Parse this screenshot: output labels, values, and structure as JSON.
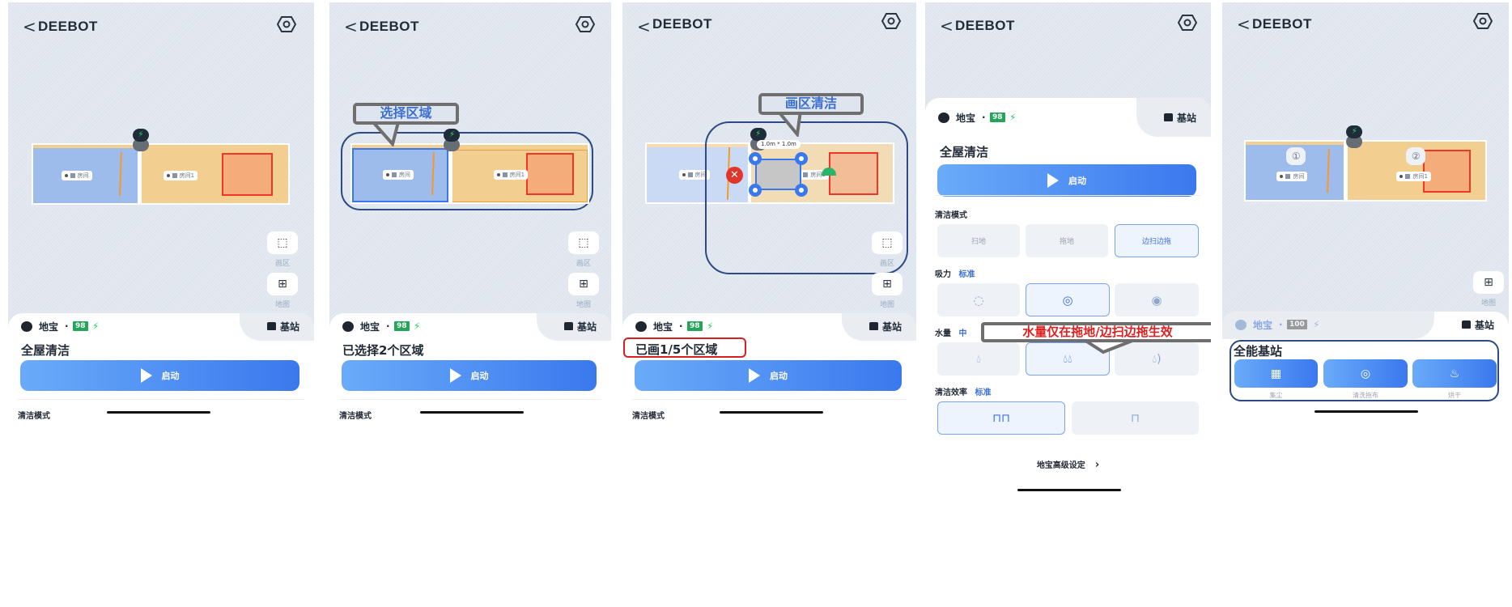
{
  "app": {
    "title": "DEEBOT",
    "back_icon": "chevron-left-icon",
    "settings_icon": "hexagon-settings-icon"
  },
  "map": {
    "rooms": [
      "房间",
      "房间1"
    ],
    "area_size": "1.0m * 1.0m",
    "room_markers": [
      "①",
      "②"
    ]
  },
  "side_buttons": {
    "draw_area": "画区",
    "map": "地图"
  },
  "robot": {
    "name": "地宝",
    "separator": "·",
    "battery": "98",
    "battery_full": "100",
    "charging": "⚡"
  },
  "station_tab": "基站",
  "start_label": "启动",
  "panels": [
    {
      "title": "全屋清洁"
    },
    {
      "title": "已选择2个区域",
      "callout": "选择区域"
    },
    {
      "title": "已画1/5个区域",
      "callout": "画区清洁"
    },
    {
      "title": "全屋清洁",
      "callout": "水量仅在拖地/边扫边拖生效"
    },
    {
      "title": "全能基站"
    }
  ],
  "settings": {
    "clean_mode_label": "清洁模式",
    "modes": [
      "扫地",
      "拖地",
      "边扫边拖"
    ],
    "selected_mode": "边扫边拖",
    "suction_label": "吸力",
    "suction_value": "标准",
    "water_label": "水量",
    "water_value": "中",
    "efficiency_label": "清洁效率",
    "efficiency_value": "标准",
    "advanced": "地宝高级设定"
  },
  "station": {
    "actions": [
      "集尘",
      "清洗拖布",
      "烘干"
    ]
  },
  "colors": {
    "accent": "#3a78ee",
    "callout_text": "#3b6fd1",
    "warning": "#e02020",
    "battery": "#23a55a"
  }
}
